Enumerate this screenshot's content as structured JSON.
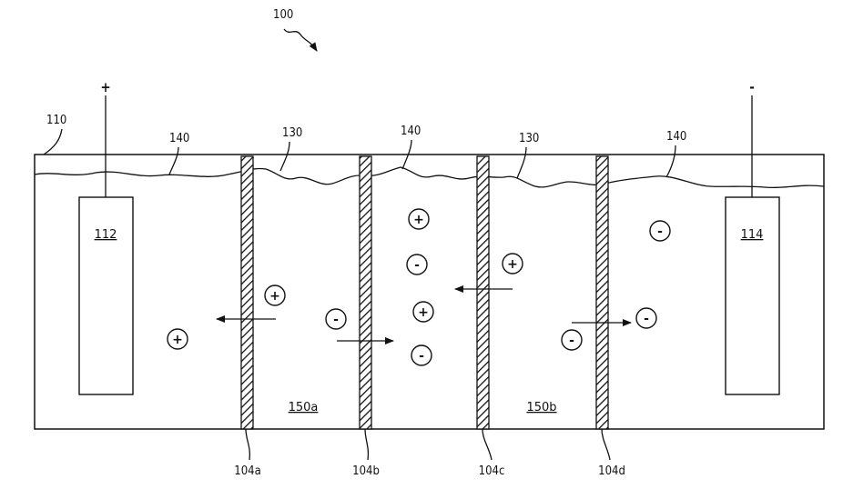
{
  "figure_ref": "100",
  "labels": {
    "container": "110",
    "electrode_left": "112",
    "electrode_right": "114",
    "terminal_left_sign": "+",
    "terminal_right_sign": "-",
    "surface_1": "140",
    "surface_2": "140",
    "surface_3": "140",
    "ref_130_a": "130",
    "ref_130_b": "130",
    "chamber_a": "150a",
    "chamber_b": "150b",
    "membrane_a": "104a",
    "membrane_b": "104b",
    "membrane_c": "104c",
    "membrane_d": "104d"
  },
  "ions": [
    {
      "id": "ion-1",
      "sign": "+"
    },
    {
      "id": "ion-2",
      "sign": "+"
    },
    {
      "id": "ion-3",
      "sign": "-"
    },
    {
      "id": "ion-4",
      "sign": "+"
    },
    {
      "id": "ion-5",
      "sign": "-"
    },
    {
      "id": "ion-6",
      "sign": "+"
    },
    {
      "id": "ion-7",
      "sign": "-"
    },
    {
      "id": "ion-8",
      "sign": "+"
    },
    {
      "id": "ion-9",
      "sign": "-"
    },
    {
      "id": "ion-10",
      "sign": "-"
    },
    {
      "id": "ion-11",
      "sign": "-"
    }
  ],
  "colors": {
    "ink": "#111111",
    "background": "#ffffff"
  }
}
